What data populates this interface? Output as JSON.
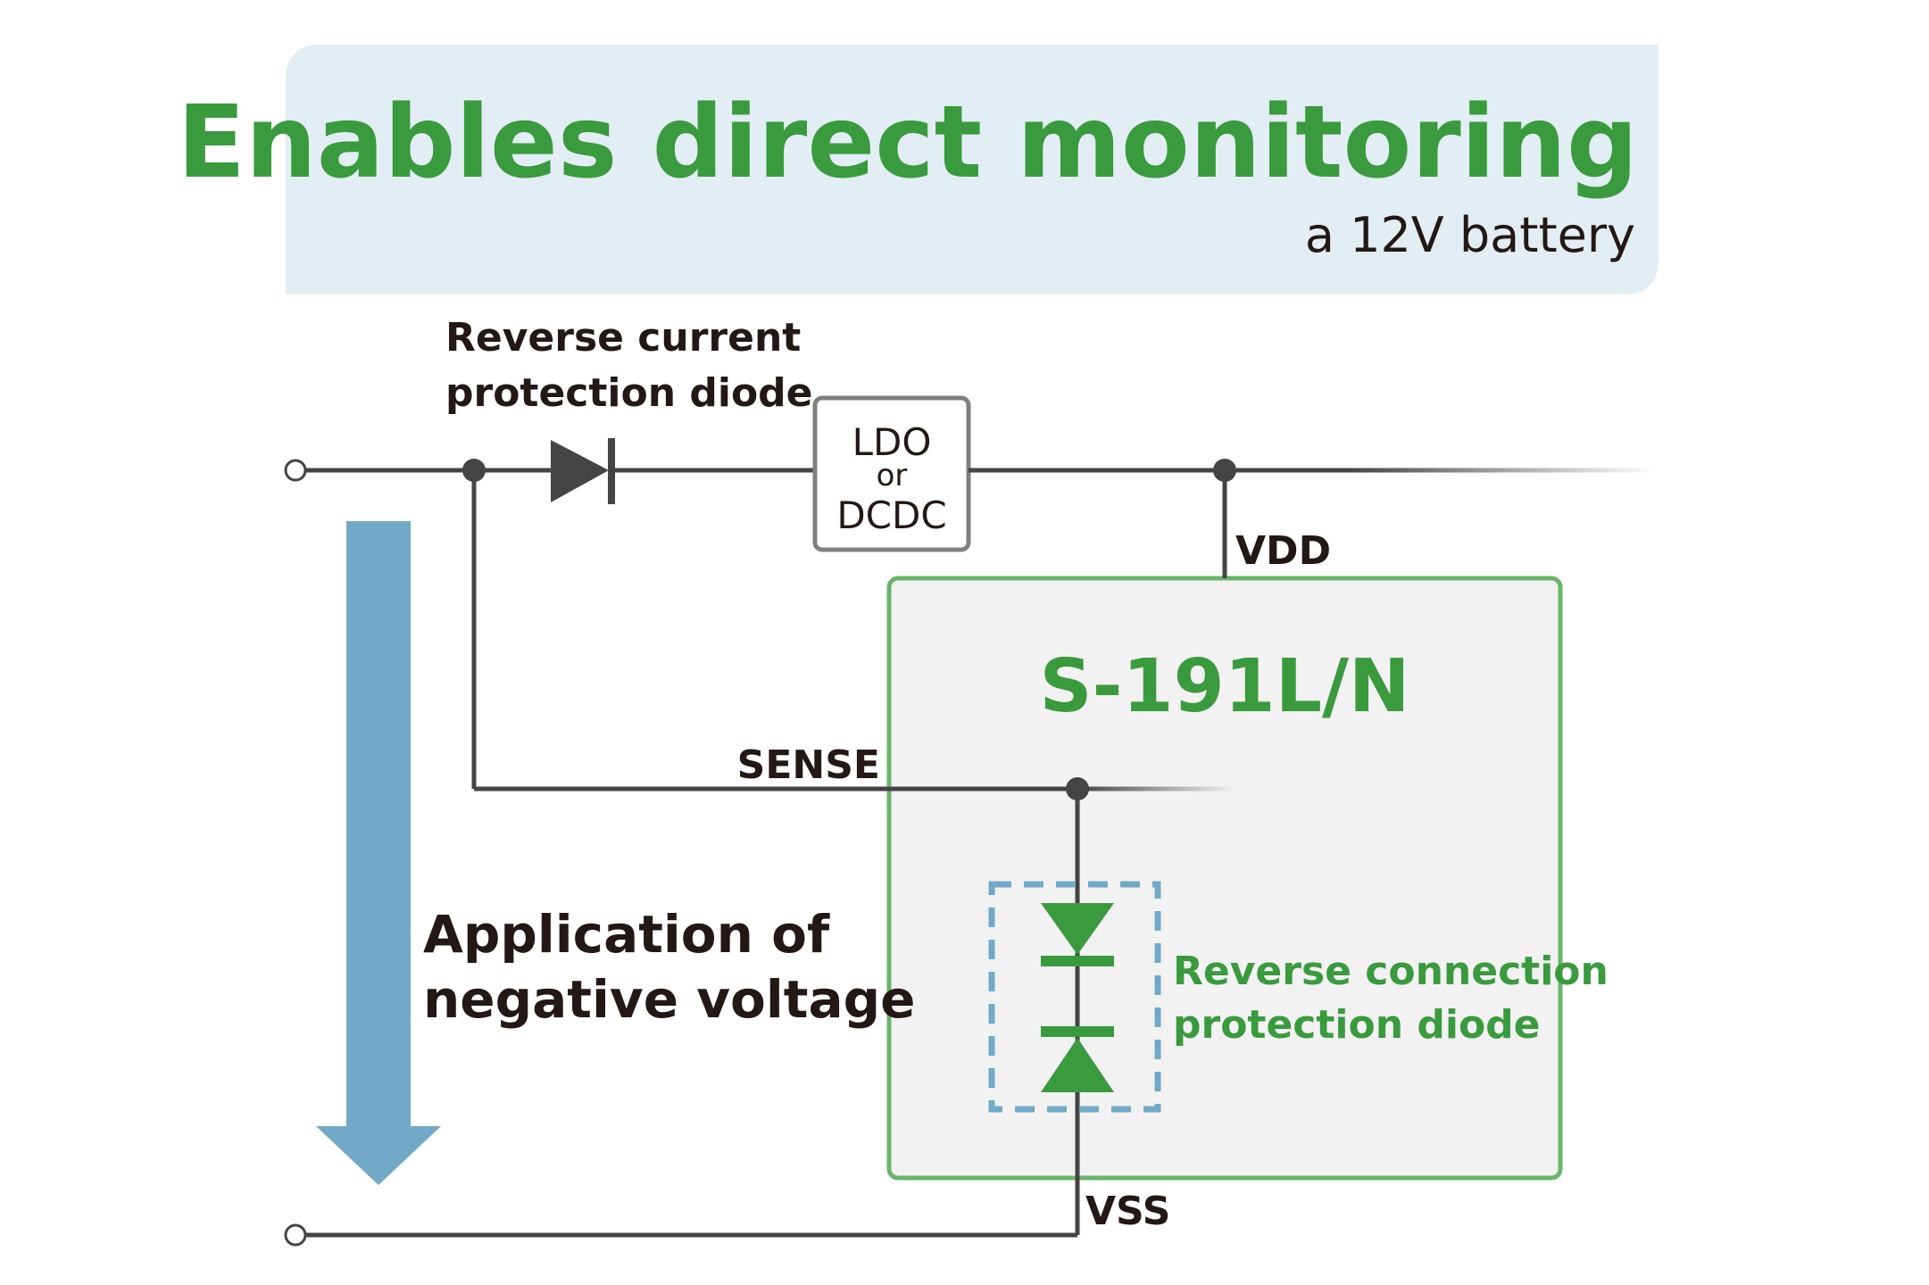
{
  "header": {
    "title": "Enables direct monitoring",
    "subtitle": "a 12V battery"
  },
  "labels": {
    "reverse_current_line1": "Reverse current",
    "reverse_current_line2": "protection diode",
    "ldo_line1": "LDO",
    "ldo_line2": "or",
    "ldo_line3": "DCDC",
    "vdd": "VDD",
    "chip_name": "S-191L/N",
    "sense": "SENSE",
    "negative_line1": "Application of",
    "negative_line2": "negative voltage",
    "reverse_connection_line1": "Reverse connection",
    "reverse_connection_line2": "protection diode",
    "vss": "VSS"
  },
  "colors": {
    "green": "#3a9a3e",
    "chip_border": "#6ab56b",
    "header_bg": "#e2eef4",
    "wire": "#444444",
    "arrow": "#72a9c6",
    "dash_box": "#72a9c6",
    "chip_bg": "#f2f2f2"
  }
}
